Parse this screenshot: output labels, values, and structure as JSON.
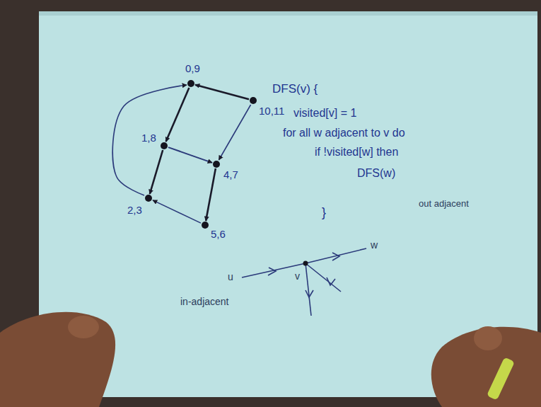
{
  "diagram": {
    "nodes": [
      {
        "text": [
          "0,9"
        ]
      },
      {
        "text": [
          "10,11"
        ]
      },
      {
        "text": [
          "1,8"
        ]
      },
      {
        "text": [
          "4,7"
        ]
      },
      {
        "text": [
          "2,3"
        ]
      },
      {
        "text": [
          "5,6"
        ]
      }
    ],
    "edges": [
      {
        "from": 0,
        "to": 2,
        "arrow": "to"
      },
      {
        "from": 1,
        "to": 0,
        "arrow": "to"
      },
      {
        "from": 1,
        "to": 3,
        "arrow": "to"
      },
      {
        "from": 2,
        "to": 3,
        "arrow": "to"
      },
      {
        "from": 2,
        "to": 4,
        "arrow": "to"
      },
      {
        "from": 3,
        "to": 5,
        "arrow": "to"
      },
      {
        "from": 5,
        "to": 4,
        "arrow": "to"
      },
      {
        "from": 4,
        "to": 0,
        "arrow": "to"
      }
    ],
    "labels": [
      "DFS(v) {",
      "visited[v] = 1",
      "for all w adjacent to v do",
      "if !visited[w] then",
      "DFS(w)",
      "}",
      "out adjacent",
      "u",
      "v",
      "w",
      "in-adjacent"
    ]
  }
}
